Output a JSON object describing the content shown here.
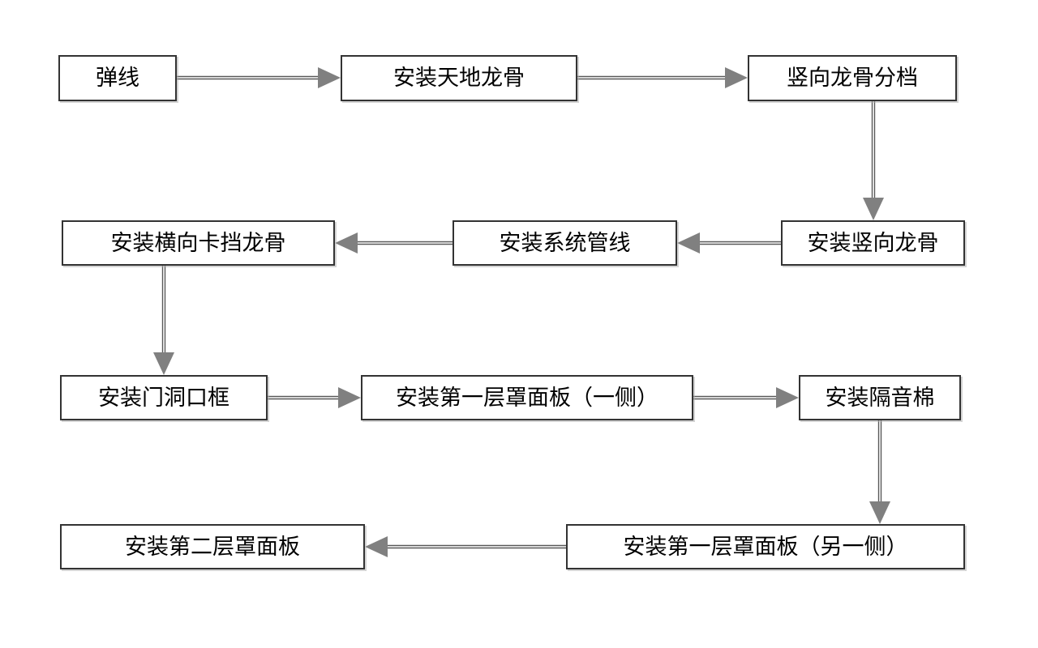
{
  "diagram": {
    "type": "flowchart",
    "nodes": [
      {
        "id": "n1",
        "label": "弹线"
      },
      {
        "id": "n2",
        "label": "安装天地龙骨"
      },
      {
        "id": "n3",
        "label": "竖向龙骨分档"
      },
      {
        "id": "n4",
        "label": "安装竖向龙骨"
      },
      {
        "id": "n5",
        "label": "安装系统管线"
      },
      {
        "id": "n6",
        "label": "安装横向卡挡龙骨"
      },
      {
        "id": "n7",
        "label": "安装门洞口框"
      },
      {
        "id": "n8",
        "label": "安装第一层罩面板（一侧）"
      },
      {
        "id": "n9",
        "label": "安装隔音棉"
      },
      {
        "id": "n10",
        "label": "安装第一层罩面板（另一侧）"
      },
      {
        "id": "n11",
        "label": "安装第二层罩面板"
      }
    ],
    "edges": [
      {
        "from": "n1",
        "to": "n2",
        "direction": "right"
      },
      {
        "from": "n2",
        "to": "n3",
        "direction": "right"
      },
      {
        "from": "n3",
        "to": "n4",
        "direction": "down"
      },
      {
        "from": "n4",
        "to": "n5",
        "direction": "left"
      },
      {
        "from": "n5",
        "to": "n6",
        "direction": "left"
      },
      {
        "from": "n6",
        "to": "n7",
        "direction": "down"
      },
      {
        "from": "n7",
        "to": "n8",
        "direction": "right"
      },
      {
        "from": "n8",
        "to": "n9",
        "direction": "right"
      },
      {
        "from": "n9",
        "to": "n10",
        "direction": "down"
      },
      {
        "from": "n10",
        "to": "n11",
        "direction": "left"
      }
    ],
    "colors": {
      "background": "#ffffff",
      "node_fill": "#ffffff",
      "node_border": "#333333",
      "text": "#000000",
      "arrow_shaft": "#595959",
      "arrow_head": "#808080"
    }
  }
}
